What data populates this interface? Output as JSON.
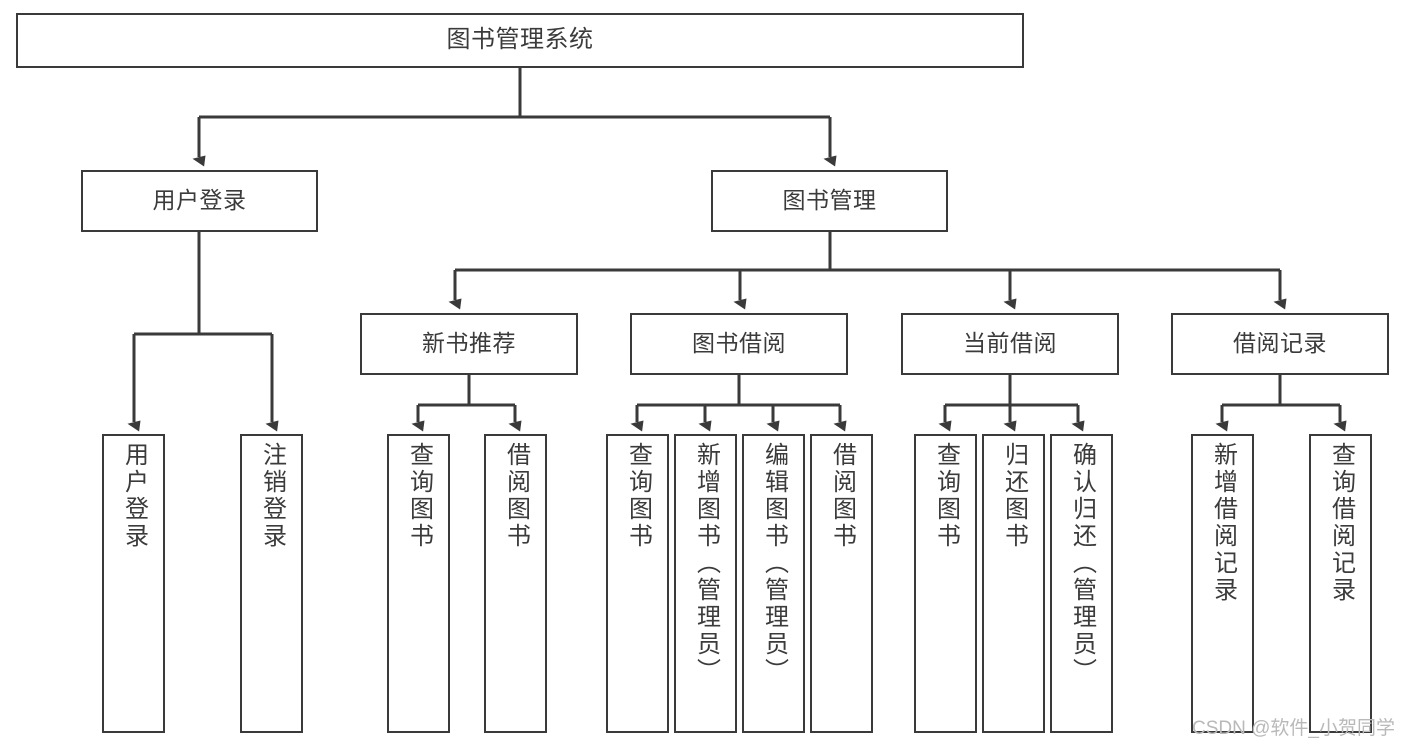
{
  "diagram": {
    "type": "tree-hierarchy",
    "title": "图书管理系统",
    "orientation": "top-down",
    "stroke_color": "#3a3a3a",
    "text_color": "#3b3b3b",
    "background_color": "#ffffff"
  },
  "nodes": {
    "root": {
      "label": "图书管理系统",
      "level": 1
    },
    "l2": [
      {
        "id": "user-login",
        "label": "用户登录",
        "level": 2
      },
      {
        "id": "book-manage",
        "label": "图书管理",
        "level": 2
      }
    ],
    "l3": [
      {
        "id": "new-book-rec",
        "label": "新书推荐",
        "level": 3
      },
      {
        "id": "book-borrow",
        "label": "图书借阅",
        "level": 3
      },
      {
        "id": "current-borrow",
        "label": "当前借阅",
        "level": 3
      },
      {
        "id": "borrow-record",
        "label": "借阅记录",
        "level": 3
      }
    ],
    "leaves": [
      {
        "id": "leaf-user-login",
        "label": "用户登录",
        "parent": "user-login"
      },
      {
        "id": "leaf-user-logout",
        "label": "注销登录",
        "parent": "user-login"
      },
      {
        "id": "leaf-query-book-1",
        "label": "查询图书",
        "parent": "new-book-rec"
      },
      {
        "id": "leaf-borrow-book-1",
        "label": "借阅图书",
        "parent": "new-book-rec"
      },
      {
        "id": "leaf-query-book-2",
        "label": "查询图书",
        "parent": "book-borrow"
      },
      {
        "id": "leaf-add-book",
        "label": "新增图书（管理员）",
        "parent": "book-borrow"
      },
      {
        "id": "leaf-edit-book",
        "label": "编辑图书（管理员）",
        "parent": "book-borrow"
      },
      {
        "id": "leaf-borrow-book-2",
        "label": "借阅图书",
        "parent": "book-borrow"
      },
      {
        "id": "leaf-query-book-3",
        "label": "查询图书",
        "parent": "current-borrow"
      },
      {
        "id": "leaf-return-book",
        "label": "归还图书",
        "parent": "current-borrow"
      },
      {
        "id": "leaf-confirm-return",
        "label": "确认归还（管理员）",
        "parent": "current-borrow"
      },
      {
        "id": "leaf-add-record",
        "label": "新增借阅记录",
        "parent": "borrow-record"
      },
      {
        "id": "leaf-query-record",
        "label": "查询借阅记录",
        "parent": "borrow-record"
      }
    ]
  },
  "watermark": {
    "text": "CSDN @软件_小贺同学"
  }
}
